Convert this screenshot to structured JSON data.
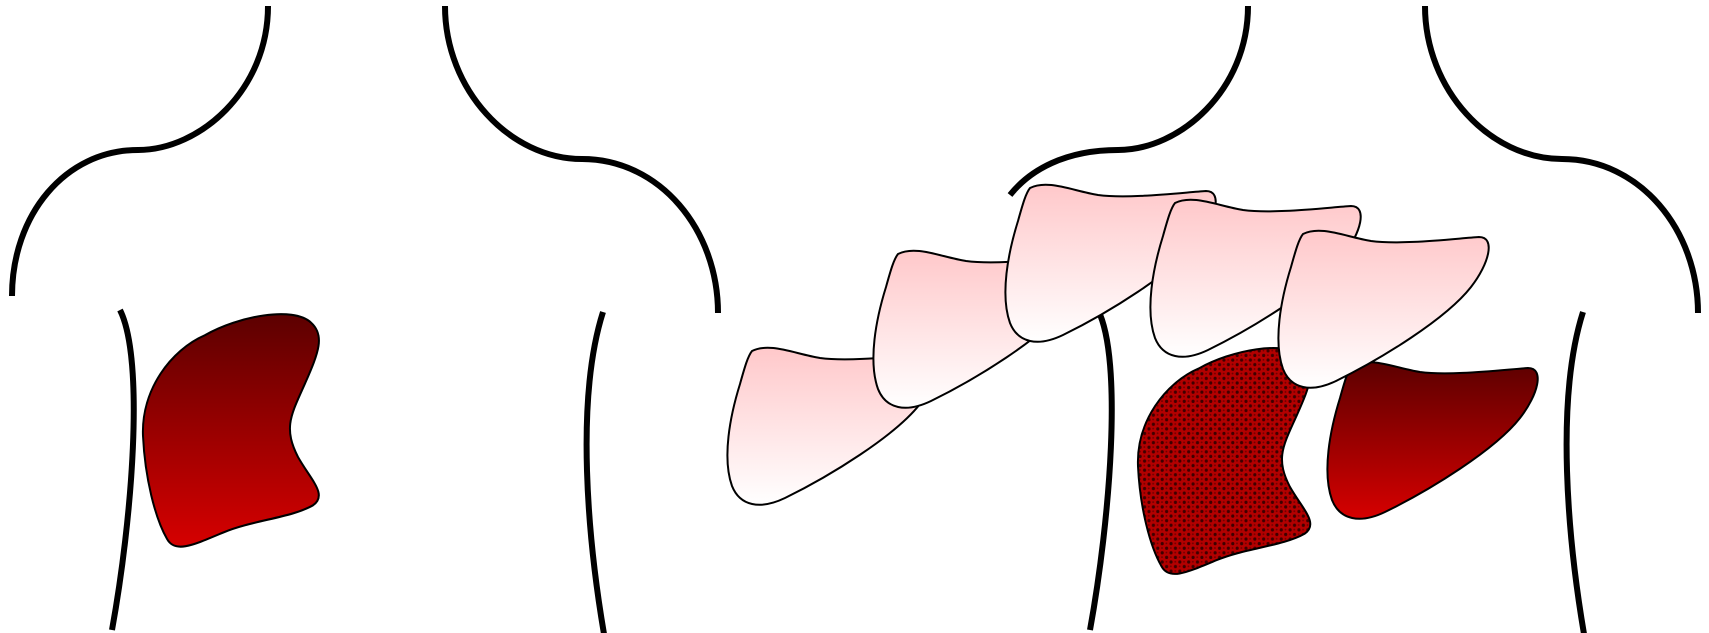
{
  "diagram": {
    "panels": [
      {
        "name": "body-before",
        "organ_state": "healthy"
      },
      {
        "name": "body-after",
        "organ_state": "transplanted"
      }
    ],
    "colors": {
      "outline": "#000000",
      "organ_dark": "#5c0000",
      "organ_bright": "#cc0000",
      "ghost_top": "#ffc8ca",
      "ghost_bottom": "#ffffff",
      "pattern_base": "#b30000",
      "pattern_dot": "#3d0000"
    },
    "ghost_organ_count": 5
  }
}
